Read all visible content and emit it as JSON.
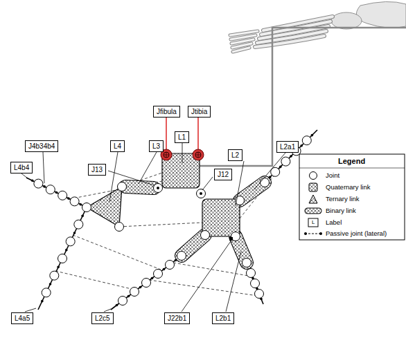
{
  "diagram": {
    "nodes": [
      {
        "text": [
          "Jfibula"
        ]
      },
      {
        "text": [
          "Jtibia"
        ]
      },
      {
        "text": [
          "L1"
        ]
      },
      {
        "text": [
          "J4b34b4"
        ]
      },
      {
        "text": [
          "L4"
        ]
      },
      {
        "text": [
          "L3"
        ]
      },
      {
        "text": [
          "L2a1"
        ]
      },
      {
        "text": [
          "L2"
        ]
      },
      {
        "text": [
          "L4b4"
        ]
      },
      {
        "text": [
          "J13"
        ]
      },
      {
        "text": [
          "J12"
        ]
      },
      {
        "text": [
          "L4a5"
        ]
      },
      {
        "text": [
          "L2c5"
        ]
      },
      {
        "text": [
          "J22b1"
        ]
      },
      {
        "text": [
          "L2b1"
        ]
      }
    ],
    "labels": [
      "Legend",
      "L"
    ],
    "legend": [
      {
        "text": "Joint"
      },
      {
        "text": "Quaternary link"
      },
      {
        "text": "Ternary link"
      },
      {
        "text": "Binary link"
      },
      {
        "text": "Label"
      },
      {
        "text": "Passive joint (lateral)"
      }
    ]
  }
}
